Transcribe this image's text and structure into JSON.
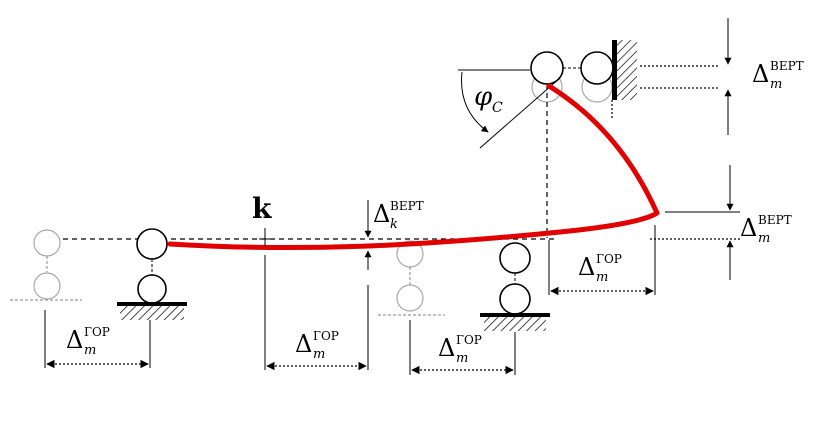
{
  "labels": {
    "k": "k",
    "phi": "φ",
    "phi_sub": "C",
    "delta": "Δ",
    "sup_vert": "ВЕРТ",
    "sup_hor": "ГОР",
    "sub_m": "m",
    "sub_k": "k"
  },
  "colors": {
    "elastic_line": "#e00000",
    "structure": "#000000",
    "ghost": "#a8a8a8"
  }
}
